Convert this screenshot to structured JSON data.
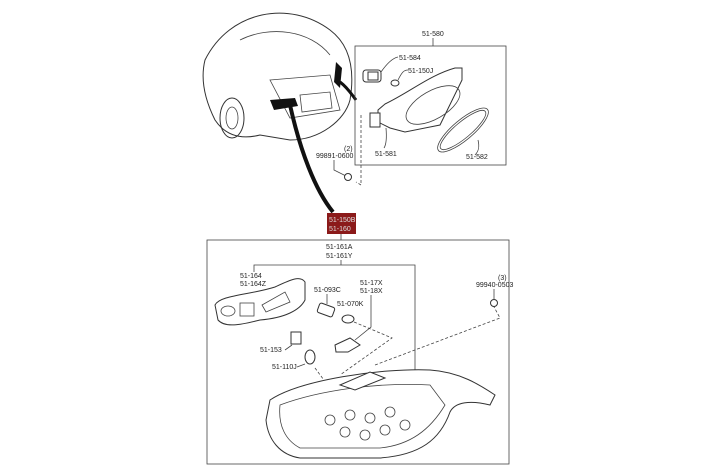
{
  "highlight_color": "#8b1a1a",
  "upper_group": {
    "assembly": "51-580",
    "socket": "51-584",
    "bulb": "51-150J",
    "housing": "51-581",
    "gasket": "51-582",
    "nut_qty": "(2)",
    "nut": "99891-0600"
  },
  "highlighted": {
    "line1": "51-150B",
    "line2": "51-160"
  },
  "lower_group": {
    "assembly_a": "51-161A",
    "assembly_y": "51-161Y",
    "cover_a": "51-164",
    "cover_z": "51-164Z",
    "socket_small": "51-093C",
    "bulb_small": "51-070K",
    "socket_17": "51-17X",
    "socket_18": "51-18X",
    "socket_large": "51-153",
    "bulb_large": "51-110J",
    "nut_qty": "(3)",
    "nut": "99940-0503"
  }
}
